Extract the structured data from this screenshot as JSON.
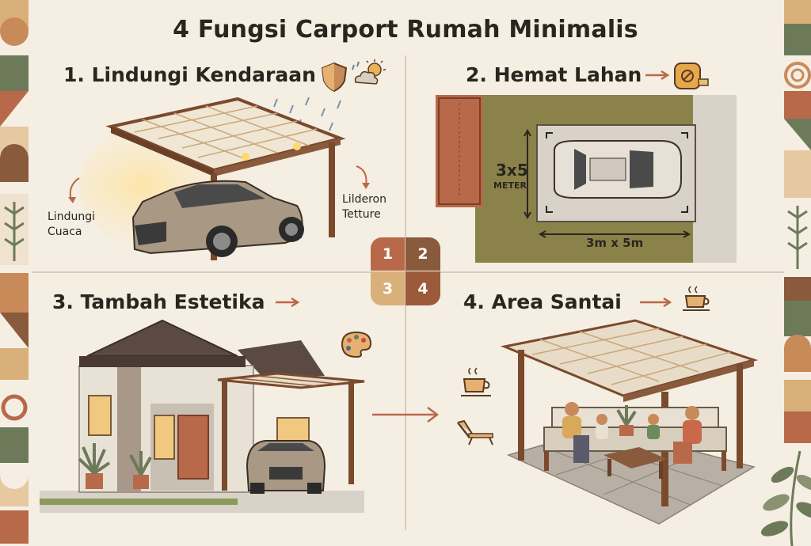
{
  "title": "4 Fungsi Carport Rumah Minimalis",
  "sections": {
    "s1": {
      "heading": "1. Lindungi Kendaraan",
      "label_left": "Lindungi Cuaca",
      "label_right": "Lilderon Tetture"
    },
    "s2": {
      "heading": "2. Hemat Lahan",
      "size_big": "3x5",
      "size_unit": "METER",
      "dimension": "3m x 5m"
    },
    "s3": {
      "heading": "3. Tambah Estetika"
    },
    "s4": {
      "heading": "4. Area Santai"
    }
  },
  "center_badge": [
    "1",
    "2",
    "3",
    "4"
  ],
  "colors": {
    "background": "#f5eee3",
    "brown": "#8a5a3c",
    "terracotta": "#b8694a",
    "olive": "#7d7a3e",
    "tan": "#d9b07a",
    "sage": "#6d7a5a"
  },
  "icons": [
    "shield-icon",
    "weather-icon",
    "tape-measure-icon",
    "palette-icon",
    "coffee-cup-icon",
    "lounge-chair-icon",
    "arrow-icon"
  ]
}
